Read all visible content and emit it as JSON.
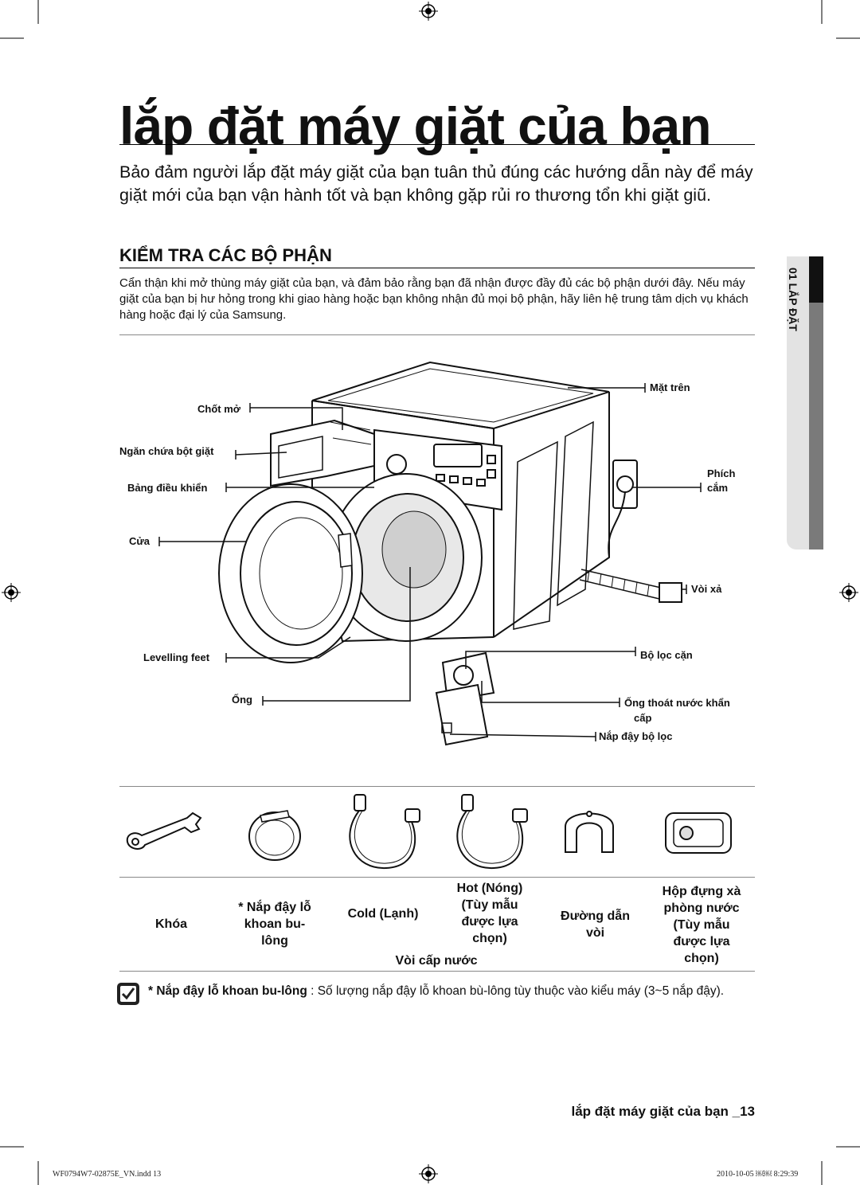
{
  "title": "lắp đặt máy giặt của bạn",
  "intro": "Bảo đảm người lắp đặt máy giặt của bạn tuân thủ đúng các hướng dẫn này để máy giặt mới của bạn vận hành tốt và bạn không gặp rủi ro thương tổn khi giặt giũ.",
  "section": {
    "heading": "KIỂM TRA CÁC BỘ PHẬN",
    "text": "Cẩn thận khi mở thùng máy giặt của bạn, và đảm bảo rằng bạn đã nhận được đầy đủ các bộ phận dưới đây. Nếu máy giặt của bạn bị hư hỏng trong khi giao hàng hoặc bạn không nhận đủ mọi bộ phận, hãy liên hệ trung tâm dịch vụ khách hàng hoặc đại lý của Samsung."
  },
  "side_tab": "01 LẮP ĐẶT",
  "diagram_labels": {
    "top_cover": "Mặt trên",
    "detergent_latch": "Chốt mở",
    "detergent_drawer": "Ngăn chứa bột giặt",
    "control_panel": "Bảng điều khiển",
    "plug_1": "Phích",
    "plug_2": "cắm",
    "door": "Cửa",
    "drain_hose": "Vòi xả",
    "levelling_feet": "Levelling feet",
    "filter": "Bộ lọc cặn",
    "drum": "Ống",
    "emergency_drain_1": "Ống thoát nước khẩn",
    "emergency_drain_2": "cấp",
    "filter_cover": "Nắp đậy bộ lọc"
  },
  "accessories": {
    "spanner": "Khóa",
    "bolt_caps_1": "* Nắp đậy lỗ",
    "bolt_caps_2": "khoan bu-",
    "bolt_caps_3": "lông",
    "cold": "Cold (Lạnh)",
    "hot_1": "Hot (Nóng)",
    "hot_2": "(Tùy mẫu",
    "hot_3": "được lựa",
    "hot_4": "chọn)",
    "water_supply": "Vòi cấp nước",
    "hose_guide_1": "Đường dẫn",
    "hose_guide_2": "vòi",
    "detergent_box_1": "Hộp đựng xà",
    "detergent_box_2": "phòng nước",
    "detergent_box_3": "(Tùy mẫu",
    "detergent_box_4": "được lựa",
    "detergent_box_5": "chọn)"
  },
  "note": {
    "bold": "* Nắp đậy lỗ khoan bu-lông",
    "text": " : Số lượng nắp đậy lỗ khoan bù-lông tùy thuộc vào kiểu máy (3~5 nắp đậy)."
  },
  "footer": {
    "page_title": "lắp đặt máy giặt của bạn _13",
    "file": "WF0794W7-02875E_VN.indd   13",
    "timestamp": "2010-10-05   ￼￼ 8:29:39"
  },
  "icons": [
    "registration-mark-icon",
    "note-check-icon"
  ]
}
